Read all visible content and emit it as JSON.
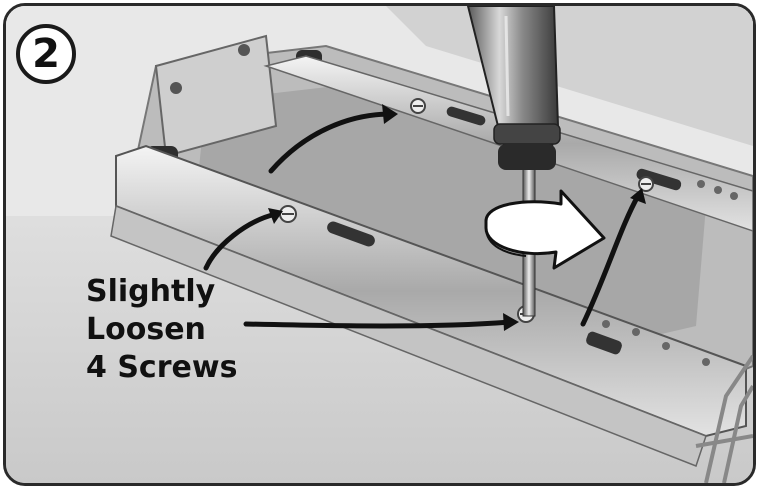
{
  "step": {
    "number": "2"
  },
  "caption": {
    "lines": [
      "Slightly",
      "Loosen",
      "4 Screws"
    ]
  },
  "colors": {
    "frame_border": "#2a2a2a",
    "badge_fill": "#ffffff",
    "text": "#111111",
    "arrow": "#111111"
  }
}
